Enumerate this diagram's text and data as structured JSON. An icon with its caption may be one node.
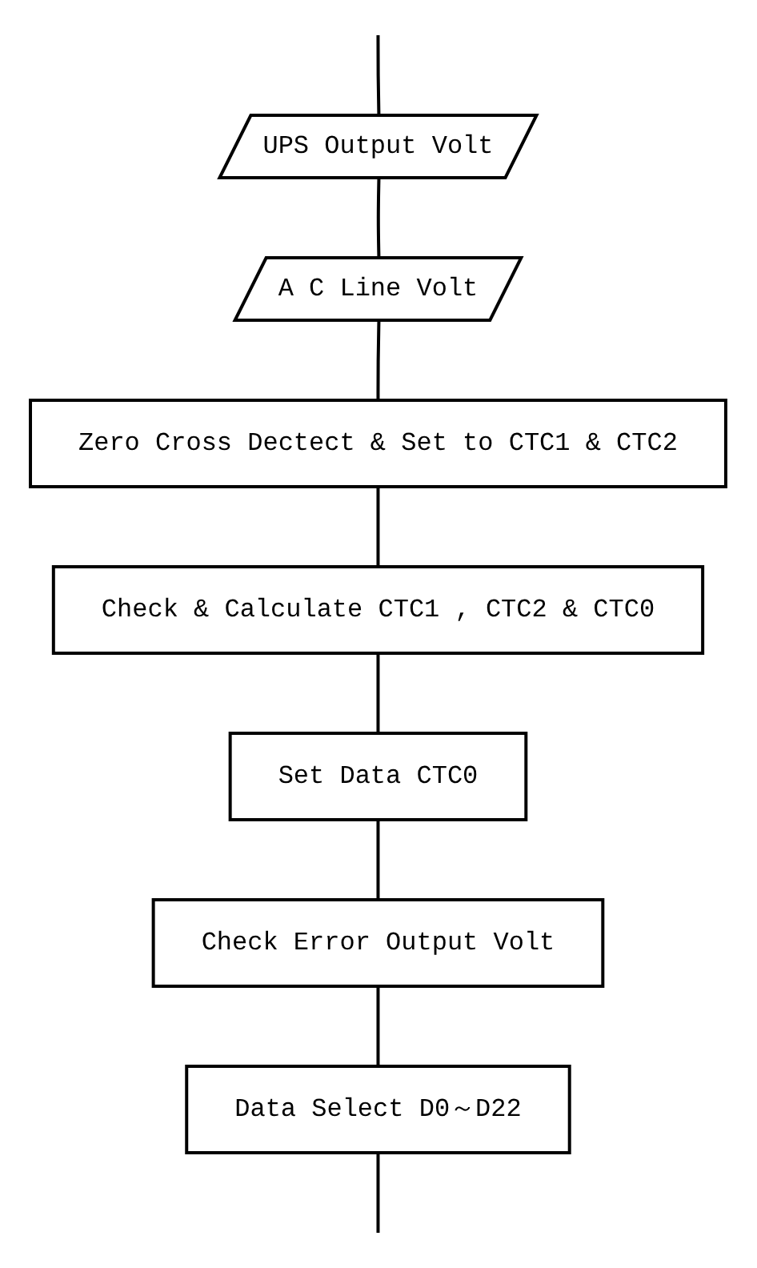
{
  "diagram": {
    "nodes": [
      {
        "text": [
          "UPS Output Volt"
        ]
      },
      {
        "text": [
          "A C Line Volt"
        ]
      },
      {
        "text": [
          "Zero Cross Dectect & Set to CTC1 & CTC2"
        ]
      },
      {
        "text": [
          "Check & Calculate CTC1 , CTC2 & CTC0"
        ]
      },
      {
        "text": [
          "Set Data CTC0"
        ]
      },
      {
        "text": [
          "Check Error Output Volt"
        ]
      },
      {
        "text": [
          "Data Select D0～D22"
        ]
      }
    ],
    "edges": [
      {
        "from": null,
        "to": 0,
        "arrow": "none"
      },
      {
        "from": 0,
        "to": 1,
        "arrow": "none"
      },
      {
        "from": 1,
        "to": 2,
        "arrow": "none"
      },
      {
        "from": 2,
        "to": 3,
        "arrow": "none"
      },
      {
        "from": 3,
        "to": 4,
        "arrow": "none"
      },
      {
        "from": 4,
        "to": 5,
        "arrow": "none"
      },
      {
        "from": 5,
        "to": 6,
        "arrow": "none"
      },
      {
        "from": 6,
        "to": null,
        "arrow": "none"
      }
    ]
  }
}
